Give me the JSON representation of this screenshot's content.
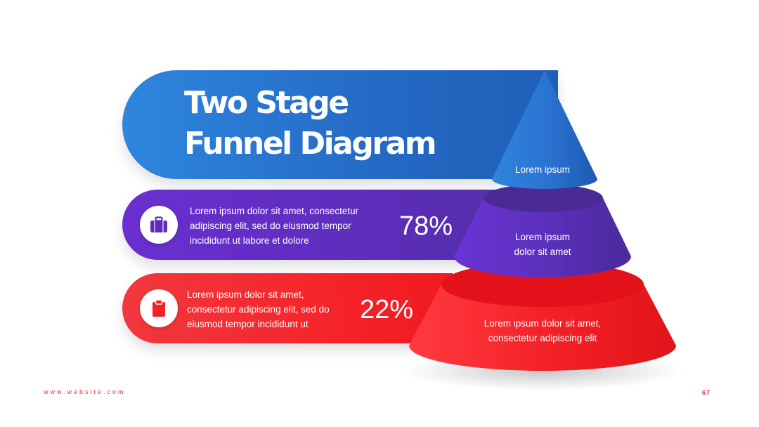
{
  "title": {
    "line1": "Two Stage",
    "line2": "Funnel Diagram"
  },
  "stages": [
    {
      "icon": "briefcase-icon",
      "text_lines": [
        "Lorem ipsum dolor sit amet, consectetur",
        "adipiscing elit, sed do eiusmod tempor",
        "incididunt ut labore et dolore"
      ],
      "percent": "78%",
      "color": "#5b2db8"
    },
    {
      "icon": "clipboard-icon",
      "text_lines": [
        "Lorem ipsum dolor sit amet,",
        "consectetur adipiscing elit, sed do",
        "eiusmod tempor incididunt ut"
      ],
      "percent": "22%",
      "color": "#f42228"
    }
  ],
  "funnel": {
    "top_label": "Lorem ipsum",
    "middle_label_lines": [
      "Lorem ipsum",
      "dolor sit amet"
    ],
    "bottom_label_lines": [
      "Lorem ipsum dolor sit amet,",
      "consectetur adipiscing elit"
    ],
    "colors": {
      "top": "#2a72d0",
      "middle": "#5b2fb8",
      "bottom": "#f42228"
    }
  },
  "footer": {
    "website": "www.website.com",
    "page_number": "67"
  }
}
